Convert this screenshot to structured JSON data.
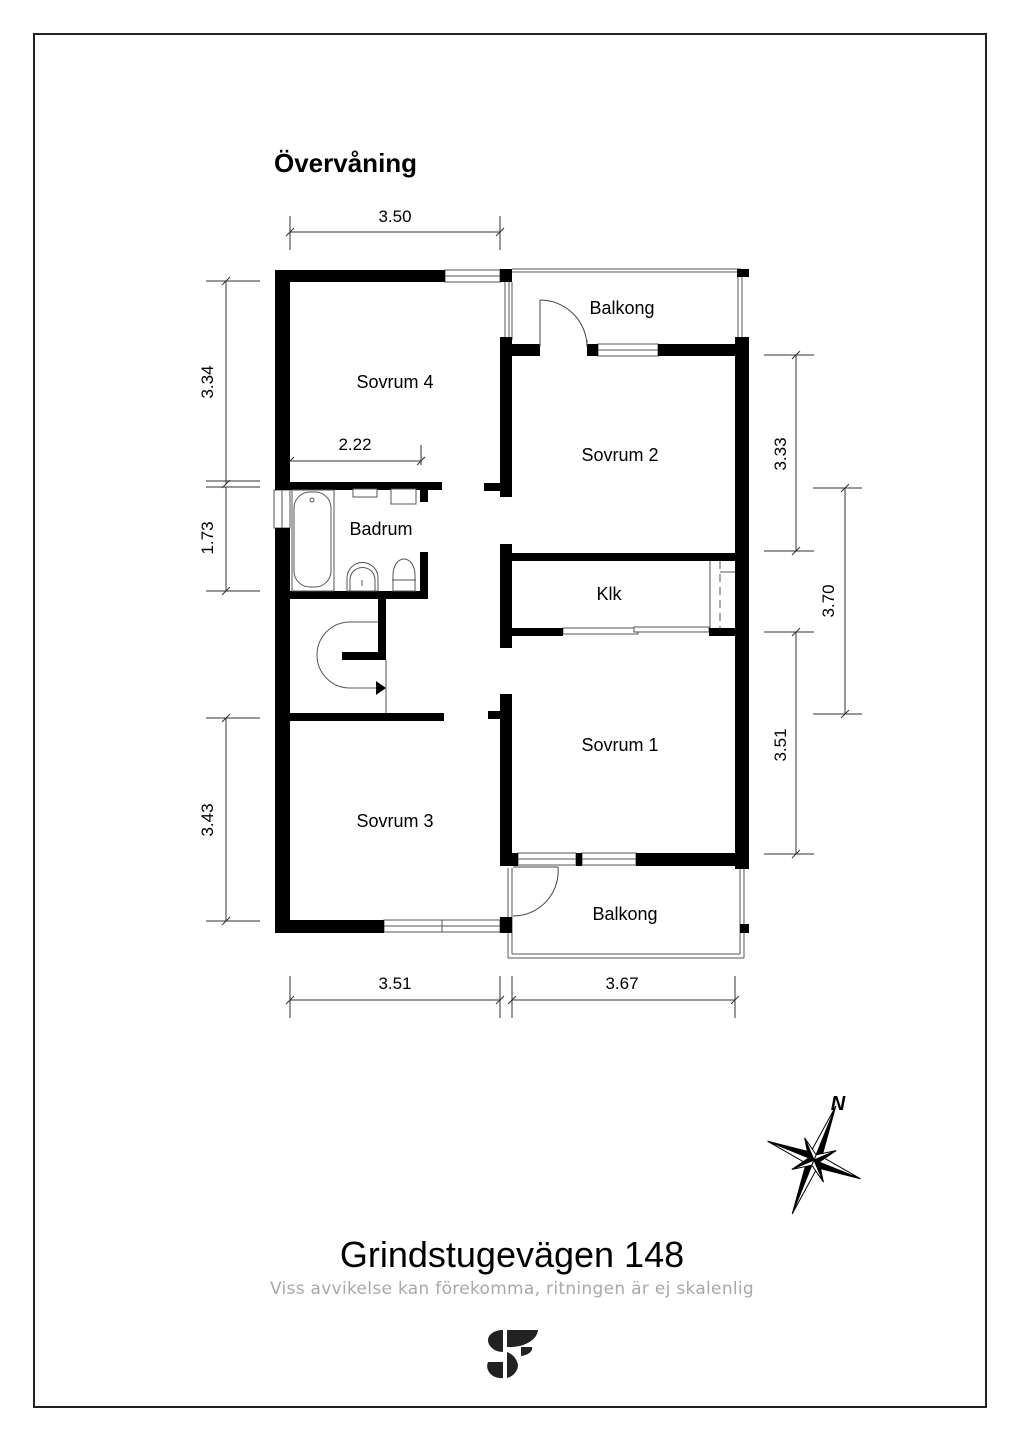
{
  "floor": {
    "title": "Övervåning"
  },
  "rooms": {
    "sovrum4": "Sovrum 4",
    "sovrum2": "Sovrum 2",
    "sovrum1": "Sovrum 1",
    "sovrum3": "Sovrum 3",
    "badrum": "Badrum",
    "klk": "Klk",
    "balkong_north": "Balkong",
    "balkong_south": "Balkong"
  },
  "dimensions": {
    "top_width": "3.50",
    "sovrum4_inner": "2.22",
    "left_sovrum4": "3.34",
    "left_badrum": "1.73",
    "left_sovrum3": "3.43",
    "right_sovrum2": "3.33",
    "right_middle": "3.70",
    "right_sovrum1": "3.51",
    "bottom_left": "3.51",
    "bottom_right": "3.67"
  },
  "compass": {
    "north_label": "N"
  },
  "footer": {
    "address": "Grindstugevägen 148",
    "disclaimer": "Viss avvikelse kan förekomma, ritningen är ej skalenlig"
  },
  "colors": {
    "wall": "#000000",
    "line": "#555555",
    "disclaimer_text": "#a8a8a8"
  }
}
